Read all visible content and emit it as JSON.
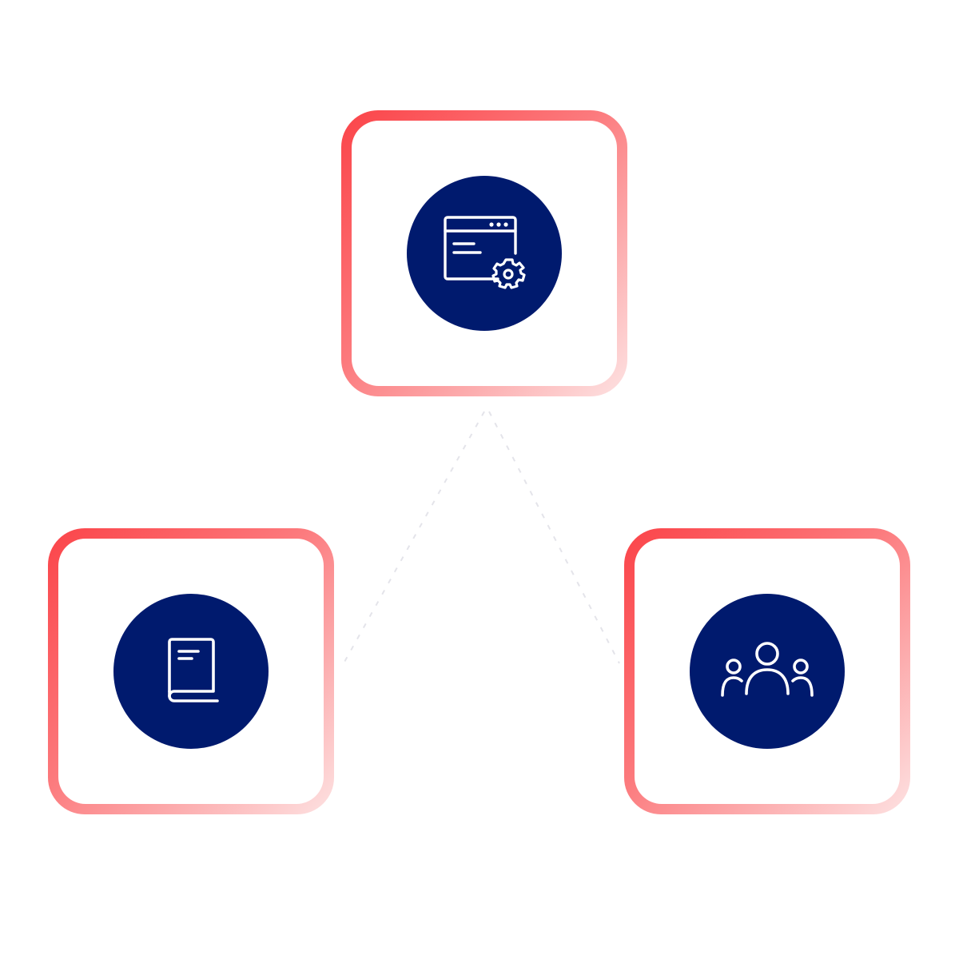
{
  "colors": {
    "border_gradient_start": "#fb4449",
    "border_gradient_end": "#fde2e2",
    "icon_circle": "#001a6e",
    "icon_stroke": "#ffffff",
    "connector": "#e4e4ea",
    "background": "#ffffff"
  },
  "nodes": [
    {
      "id": "top",
      "icon": "browser-settings-icon"
    },
    {
      "id": "left",
      "icon": "book-icon"
    },
    {
      "id": "right",
      "icon": "users-group-icon"
    }
  ],
  "connectors": [
    {
      "from": "top",
      "to": "left",
      "style": "dashed"
    },
    {
      "from": "top",
      "to": "right",
      "style": "dashed"
    }
  ]
}
